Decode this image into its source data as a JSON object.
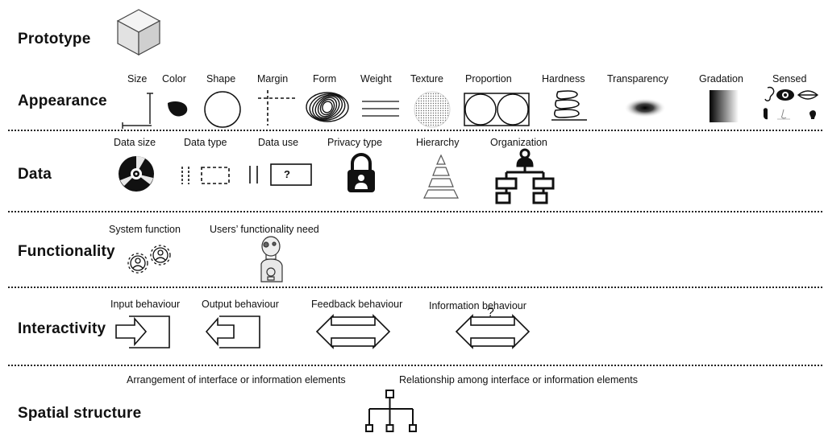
{
  "rows": {
    "prototype": "Prototype",
    "appearance": "Appearance",
    "data": "Data",
    "functionality": "Functionality",
    "interactivity": "Interactivity",
    "spatial": "Spatial structure"
  },
  "appearance_items": [
    "Size",
    "Color",
    "Shape",
    "Margin",
    "Form",
    "Weight",
    "Texture",
    "Proportion",
    "Hardness",
    "Transparency",
    "Gradation",
    "Sensed"
  ],
  "data_items": [
    "Data size",
    "Data type",
    "Data use",
    "Privacy type",
    "Hierarchy",
    "Organization"
  ],
  "data_use_symbol": "?",
  "functionality_items": [
    "System function",
    "Users’ functionality need"
  ],
  "interactivity_items": [
    "Input behaviour",
    "Output behaviour",
    "Feedback behaviour",
    "Information behaviour"
  ],
  "information_symbol": "?",
  "spatial_items": [
    "Arrangement of interface or information elements",
    "Relationship among interface or information elements"
  ]
}
